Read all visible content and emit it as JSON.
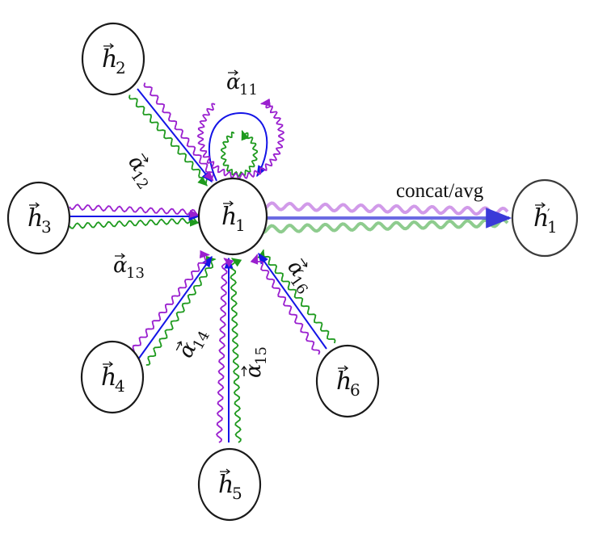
{
  "nodes": [
    {
      "id": "h1",
      "base": "h",
      "sub": "1",
      "prime": false
    },
    {
      "id": "h2",
      "base": "h",
      "sub": "2",
      "prime": false
    },
    {
      "id": "h3",
      "base": "h",
      "sub": "3",
      "prime": false
    },
    {
      "id": "h4",
      "base": "h",
      "sub": "4",
      "prime": false
    },
    {
      "id": "h5",
      "base": "h",
      "sub": "5",
      "prime": false
    },
    {
      "id": "h6",
      "base": "h",
      "sub": "6",
      "prime": false
    },
    {
      "id": "h1p",
      "base": "h",
      "sub": "1",
      "prime": true
    }
  ],
  "edges": [
    {
      "from": "h1",
      "to": "h1",
      "label_base": "α",
      "label_sub": "11",
      "self_loop": true
    },
    {
      "from": "h2",
      "to": "h1",
      "label_base": "α",
      "label_sub": "12"
    },
    {
      "from": "h3",
      "to": "h1",
      "label_base": "α",
      "label_sub": "13"
    },
    {
      "from": "h4",
      "to": "h1",
      "label_base": "α",
      "label_sub": "14"
    },
    {
      "from": "h5",
      "to": "h1",
      "label_base": "α",
      "label_sub": "15"
    },
    {
      "from": "h6",
      "to": "h1",
      "label_base": "α",
      "label_sub": "16"
    }
  ],
  "aggregate_label": "concat/avg",
  "colors": {
    "head_blue": "#1414e6",
    "head_green": "#1e9a1e",
    "head_purple": "#9a1fcf",
    "output_blue": "#3a3ad8",
    "node_stroke": "#1a1a1a"
  }
}
